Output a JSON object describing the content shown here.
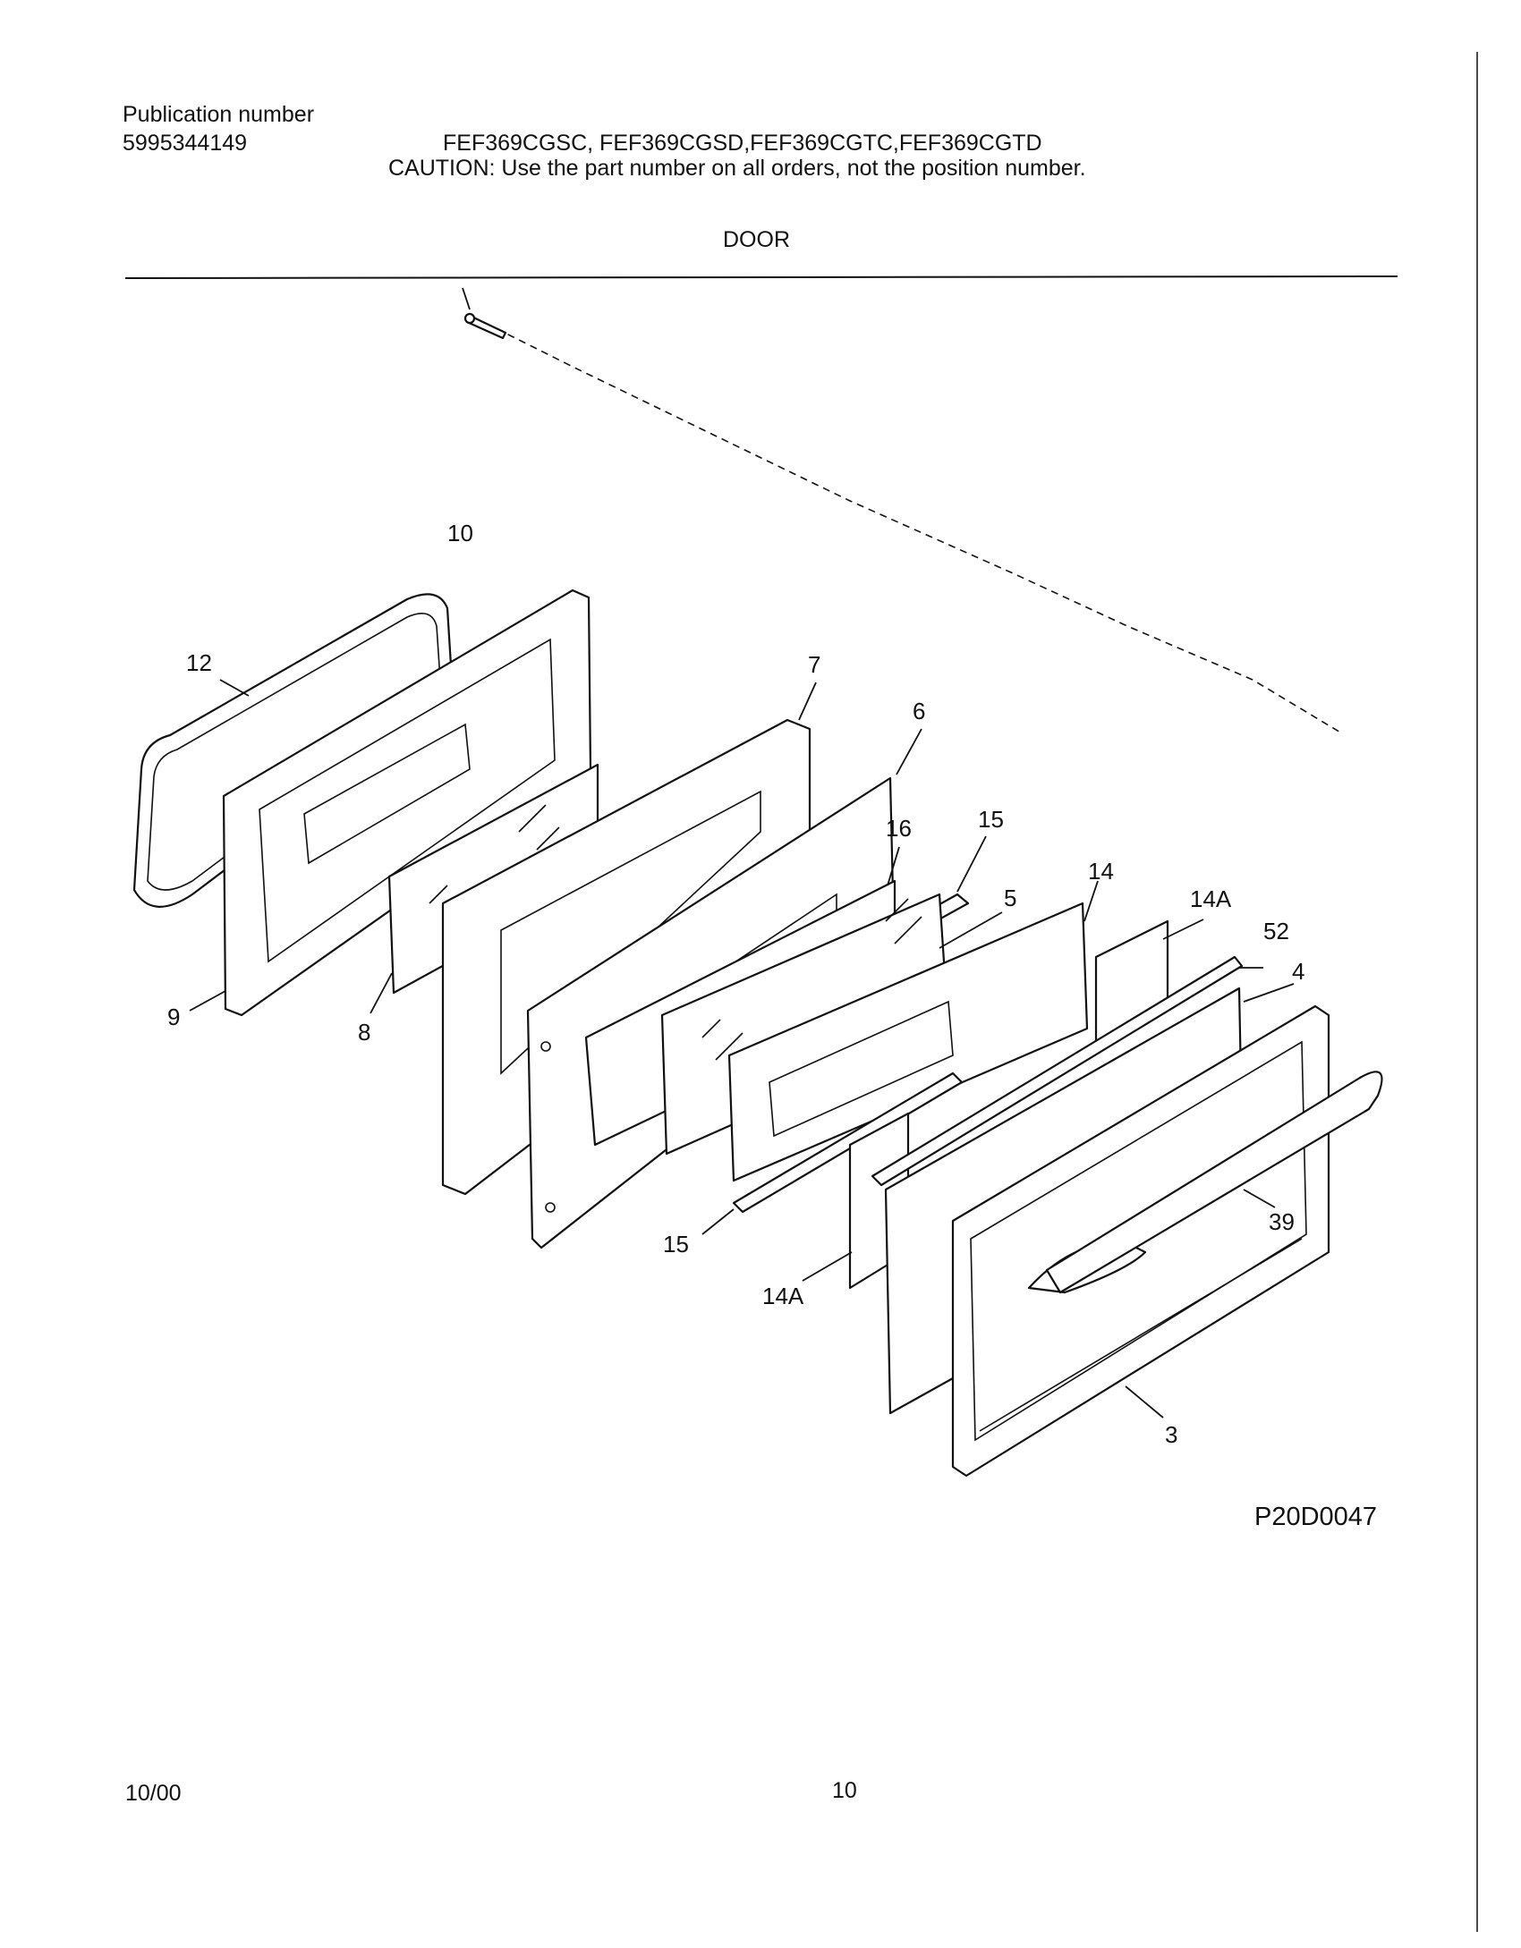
{
  "header": {
    "publication_label": "Publication number",
    "publication_number": "5995344149",
    "models": "FEF369CGSC, FEF369CGSD,FEF369CGTC,FEF369CGTD",
    "caution": "CAUTION:  Use the part number on all orders, not the position number.",
    "section_title": "DOOR"
  },
  "diagram": {
    "callouts": [
      {
        "id": "10",
        "label": "10"
      },
      {
        "id": "12",
        "label": "12"
      },
      {
        "id": "7",
        "label": "7"
      },
      {
        "id": "6",
        "label": "6"
      },
      {
        "id": "16",
        "label": "16"
      },
      {
        "id": "15-top",
        "label": "15"
      },
      {
        "id": "14",
        "label": "14"
      },
      {
        "id": "5",
        "label": "5"
      },
      {
        "id": "14A-top",
        "label": "14A"
      },
      {
        "id": "52",
        "label": "52"
      },
      {
        "id": "4",
        "label": "4"
      },
      {
        "id": "9",
        "label": "9"
      },
      {
        "id": "8",
        "label": "8"
      },
      {
        "id": "39",
        "label": "39"
      },
      {
        "id": "15-bottom",
        "label": "15"
      },
      {
        "id": "14A-bottom",
        "label": "14A"
      },
      {
        "id": "3",
        "label": "3"
      }
    ],
    "drawing_id": "P20D0047"
  },
  "footer": {
    "date": "10/00",
    "page_number": "10"
  }
}
